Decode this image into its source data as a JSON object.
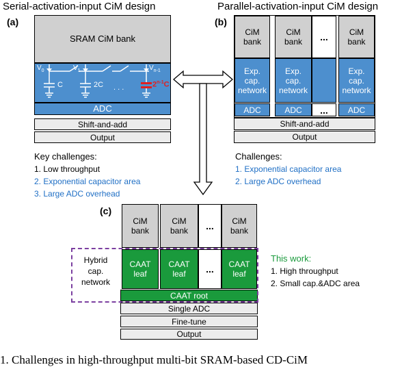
{
  "titles": {
    "serial": "Serial-activation-input CiM design",
    "parallel": "Parallel-activation-input CiM design"
  },
  "panel_labels": {
    "a": "(a)",
    "b": "(b)",
    "c": "(c)"
  },
  "panel_a": {
    "sram": "SRAM CiM bank",
    "v0": "V",
    "v0_sub": "0",
    "v1": "V",
    "v1_sub": "1",
    "vn": "V",
    "vn_sub": "n-1",
    "cap1": "C",
    "cap2": "2C",
    "cap3_main": "2",
    "cap3_sup": "n-1",
    "cap3_tail": "C",
    "dots": ". . .",
    "adc": "ADC",
    "shift": "Shift-and-add",
    "output": "Output"
  },
  "panel_b": {
    "bank": "CiM\nbank",
    "exp": "Exp.\ncap.\nnetwork",
    "adc": "ADC",
    "dots": "...",
    "shift": "Shift-and-add",
    "output": "Output"
  },
  "key_challenges": {
    "heading": "Key challenges:",
    "items": [
      "1. Low throughput",
      "2. Exponential capacitor area",
      "3. Large ADC overhead"
    ]
  },
  "challenges_b": {
    "heading": "Challenges:",
    "items": [
      "1. Exponential capacitor area",
      "2. Large ADC overhead"
    ]
  },
  "panel_c": {
    "bank": "CiM\nbank",
    "leaf": "CAAT\nleaf",
    "dots": "...",
    "root": "CAAT root",
    "single_adc": "Single ADC",
    "fine_tune": "Fine-tune",
    "output": "Output",
    "hybrid": "Hybrid\ncap.\nnetwork"
  },
  "this_work": {
    "heading": "This work:",
    "items": [
      "1. High throughput",
      "2. Small cap.&ADC area"
    ]
  },
  "caption": "1. Challenges in high-throughput multi-bit SRAM-based CD-CiM"
}
